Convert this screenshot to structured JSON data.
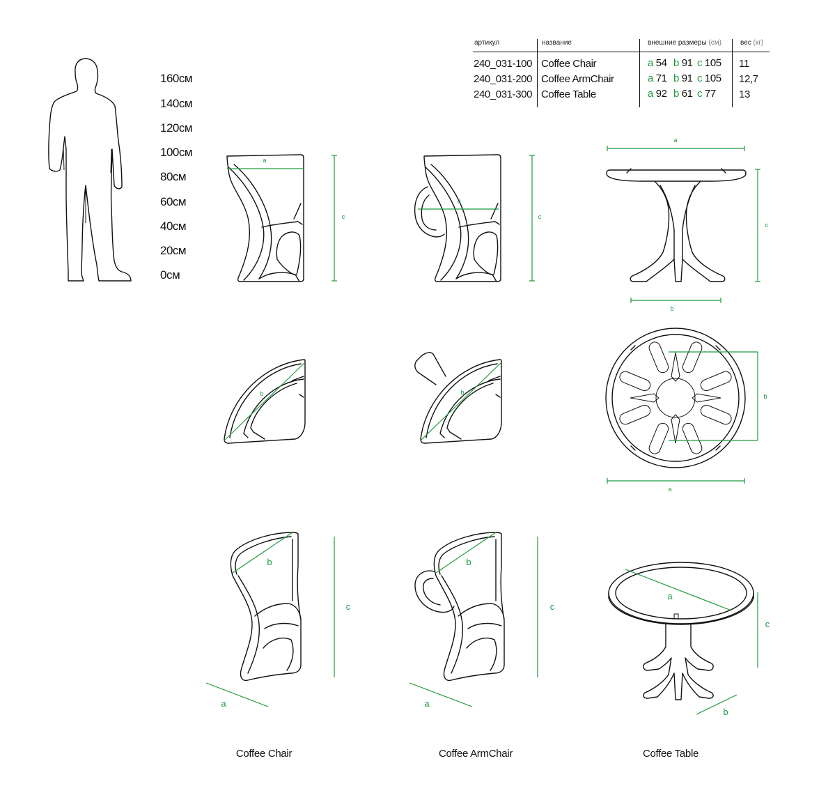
{
  "scale": {
    "labels": [
      "160см",
      "140см",
      "120см",
      "100см",
      "80см",
      "60см",
      "40см",
      "20см",
      "0см"
    ]
  },
  "table": {
    "headers": {
      "article": "артикул",
      "name": "название",
      "dims": "внешние размеры",
      "dims_unit": "(см)",
      "weight": "вес",
      "weight_unit": "(кг)"
    },
    "rows": [
      {
        "article": "240_031-100",
        "name": "Coffee Chair",
        "a": "54",
        "b": "91",
        "c": "105",
        "weight": "11"
      },
      {
        "article": "240_031-200",
        "name": "Coffee ArmChair",
        "a": "71",
        "b": "91",
        "c": "105",
        "weight": "12,7"
      },
      {
        "article": "240_031-300",
        "name": "Coffee Table",
        "a": "92",
        "b": "61",
        "c": "77",
        "weight": "13"
      }
    ],
    "dim_letters": {
      "a": "a",
      "b": "b",
      "c": "c"
    }
  },
  "dimension_letters": {
    "a": "a",
    "b": "b",
    "c": "c"
  },
  "captions": {
    "chair": "Coffee Chair",
    "armchair": "Coffee ArmChair",
    "table": "Coffee Table"
  },
  "colors": {
    "dimension": "#1f9a3c",
    "line": "#111111"
  }
}
